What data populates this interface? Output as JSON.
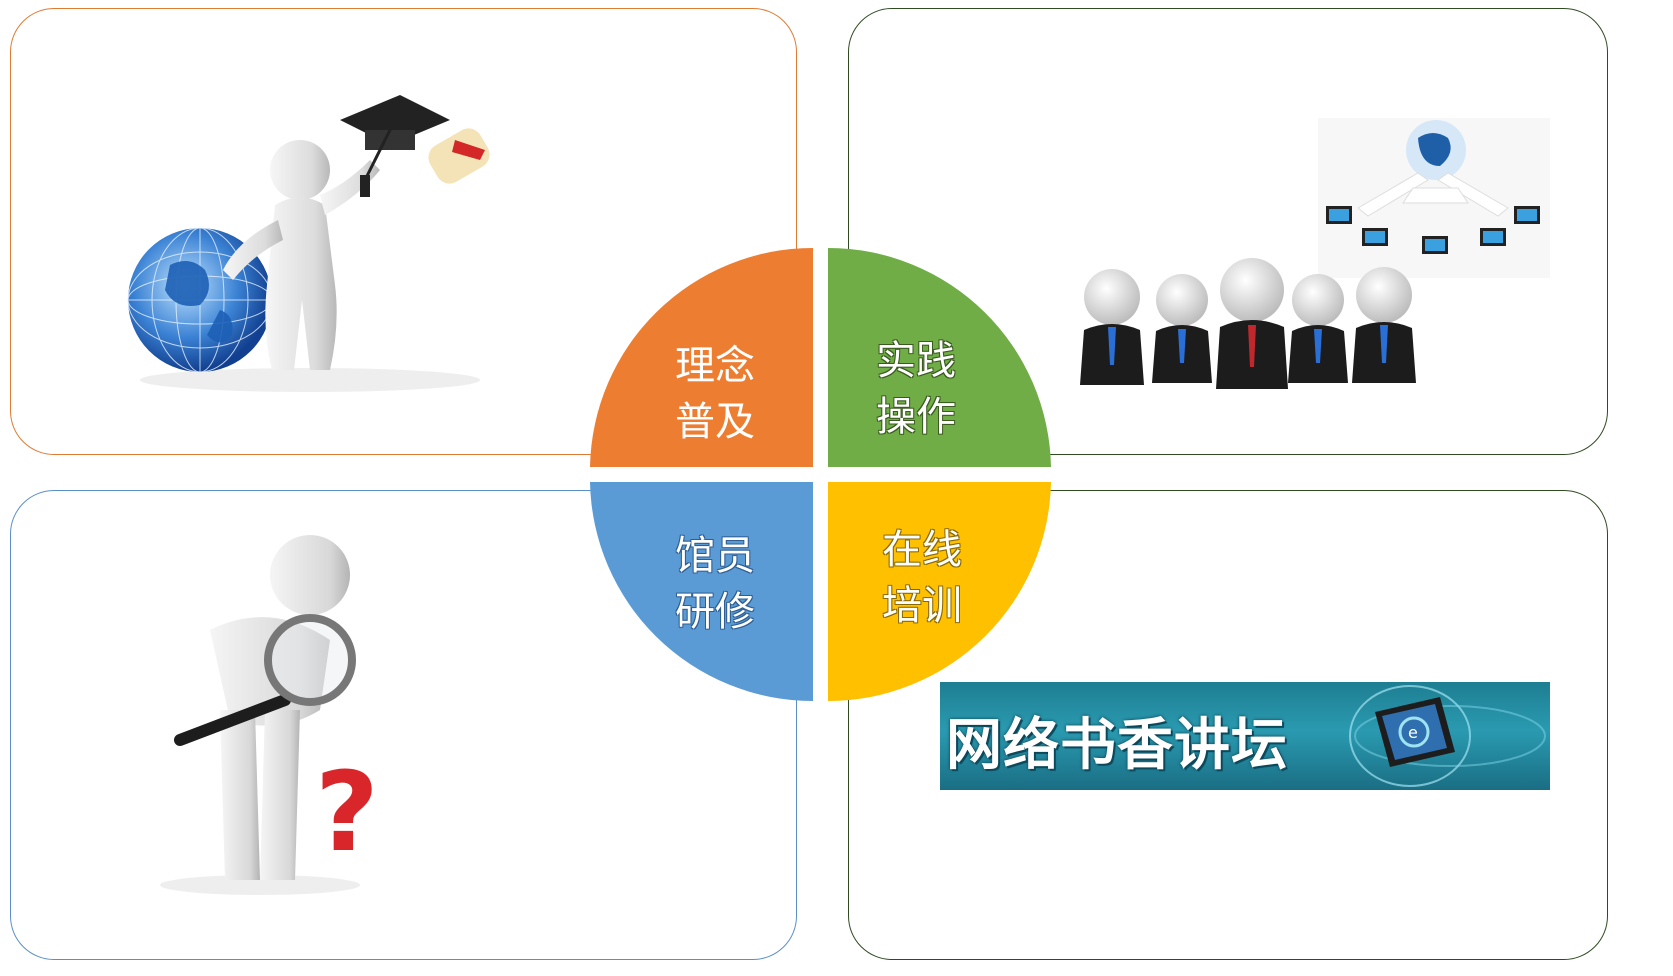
{
  "quadrants": [
    {
      "line1": "理念",
      "line2": "普及",
      "color": "#ed7d31"
    },
    {
      "line1": "实践",
      "line2": "操作",
      "color": "#70ad47"
    },
    {
      "line1": "馆员",
      "line2": "研修",
      "color": "#5b9bd5"
    },
    {
      "line1": "在线",
      "line2": "培训",
      "color": "#ffc000"
    }
  ],
  "panels": {
    "top_left_border": "#e07b34",
    "top_right_border": "#2f4b22",
    "bottom_left_border": "#5b8fc9",
    "bottom_right_border": "#2f4b22"
  },
  "banner": {
    "text": "网络书香讲坛",
    "background": "#1e7e92"
  },
  "icons": [
    "graduate-figure-icon",
    "network-globe-icon",
    "business-team-icon",
    "inspector-figure-icon",
    "internet-explorer-icon"
  ]
}
